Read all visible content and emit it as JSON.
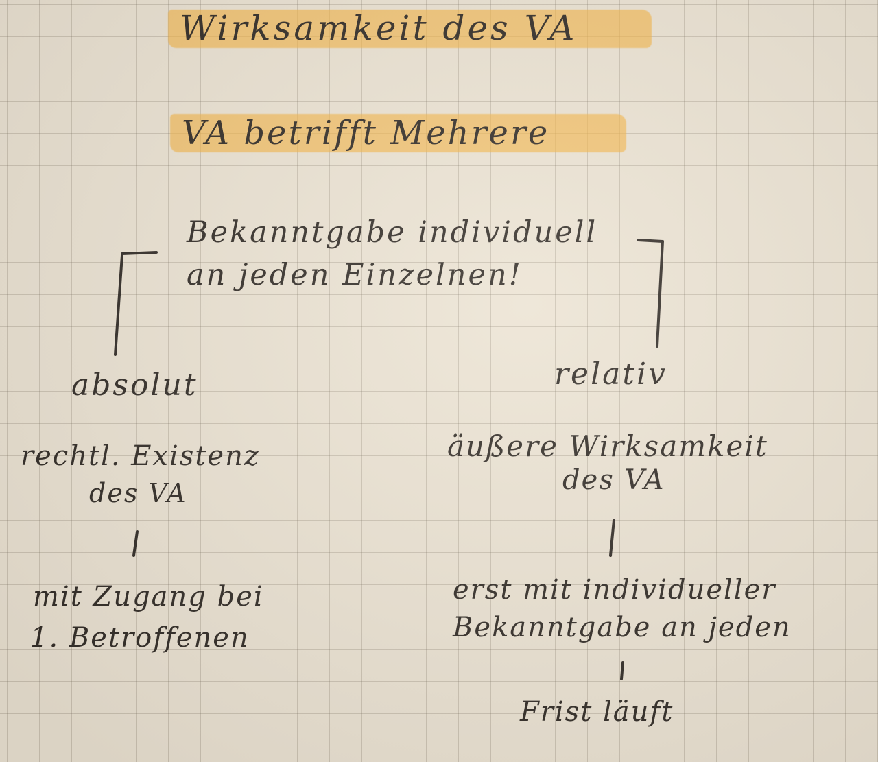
{
  "title": "Wirksamkeit des VA",
  "subtitle": "VA betrifft Mehrere",
  "note": {
    "line1": "Bekanntgabe individuell",
    "line2": "an jeden Einzelnen!"
  },
  "branches": {
    "left": {
      "label": "absolut",
      "desc_line1": "rechtl. Existenz",
      "desc_line2": "des VA",
      "result_line1": "mit Zugang bei",
      "result_line2": "1. Betroffenen"
    },
    "right": {
      "label": "relativ",
      "desc_line1": "äußere Wirksamkeit",
      "desc_line2": "des VA",
      "result_line1": "erst mit individueller",
      "result_line2": "Bekanntgabe an jeden",
      "final": "Frist läuft"
    }
  },
  "colors": {
    "highlight": "#f6b23c",
    "ink": "#2b2622",
    "paper": "#ebe3d4",
    "grid": "#786e5f"
  }
}
